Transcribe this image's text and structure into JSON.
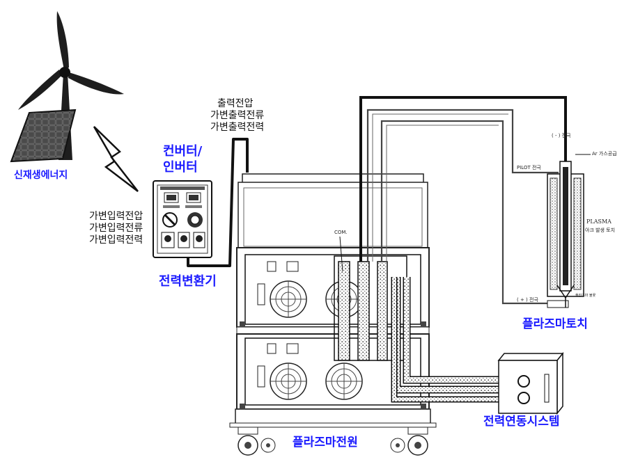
{
  "labels": {
    "renewable": "신재생에너지",
    "converter_line1": "컨버터/",
    "converter_line2": "인버터",
    "input_voltage": "가변입력전압",
    "input_current": "가변입력전류",
    "input_power": "가변입력전력",
    "output_voltage": "출력전압",
    "output_current": "가변출력전류",
    "output_power": "가변출력전력",
    "power_converter": "전력변환기",
    "plasma_power": "플라즈마전원",
    "plasma_torch": "플라즈마토치",
    "linkage_system": "전력연동시스템",
    "com": "COM.",
    "neg_electrode": "( - ) 전극",
    "pilot_electrode": "PILOT 전극",
    "ar_gas": "Ar 가스공급",
    "plasma": "PLASMA",
    "arc_torch": "아크 발생 토치",
    "pos_electrode": "( + ) 전극",
    "flame": "플라즈마 불꽃"
  },
  "colors": {
    "accent_blue": "#1a1aff",
    "line": "#111111",
    "panel_gray": "#8a8a8a"
  },
  "icons": [
    "wind-turbine-icon",
    "solar-panel-icon",
    "lightning-bolt-icon",
    "fan-icon",
    "caster-wheel-icon"
  ]
}
